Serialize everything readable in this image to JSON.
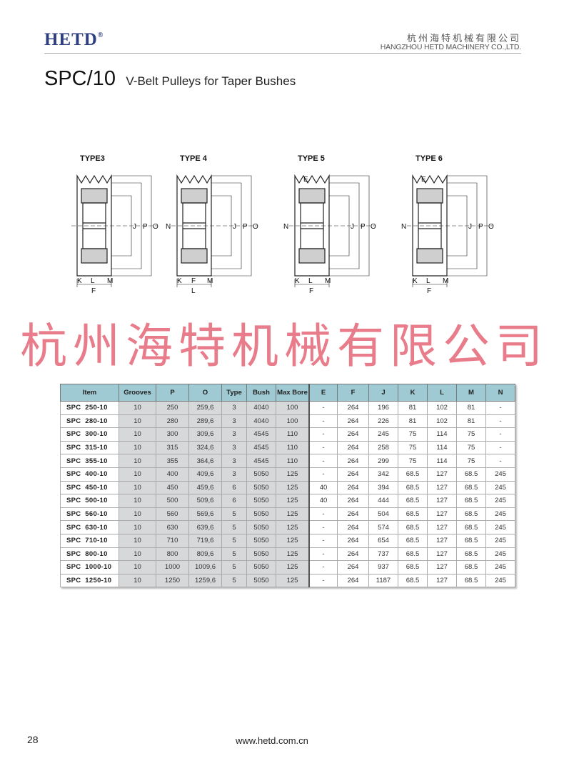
{
  "header": {
    "logo": "HETD",
    "logo_mark": "®",
    "company_cn": "杭州海特机械有限公司",
    "company_en": "HANGZHOU HETD MACHINERY CO.,LTD."
  },
  "title": {
    "code": "SPC/10",
    "subtitle": "V-Belt Pulleys for Taper Bushes"
  },
  "diagrams": [
    {
      "label": "TYPE3",
      "dims": [
        "K",
        "L",
        "M",
        "F",
        "J",
        "P",
        "O"
      ]
    },
    {
      "label": "TYPE 4",
      "dims": [
        "K",
        "F",
        "M",
        "L",
        "N",
        "J",
        "P",
        "O"
      ]
    },
    {
      "label": "TYPE 5",
      "dims": [
        "K",
        "L",
        "M",
        "F",
        "N",
        "J",
        "P",
        "O",
        "E"
      ]
    },
    {
      "label": "TYPE 6",
      "dims": [
        "K",
        "L",
        "M",
        "F",
        "N",
        "J",
        "P",
        "O",
        "E"
      ]
    }
  ],
  "table": {
    "headers": [
      "Item",
      "Grooves",
      "P",
      "O",
      "Type",
      "Bush",
      "Max Bore",
      "E",
      "F",
      "J",
      "K",
      "L",
      "M",
      "N"
    ],
    "rows": [
      [
        "SPC  250-10",
        "10",
        "250",
        "259,6",
        "3",
        "4040",
        "100",
        "-",
        "264",
        "196",
        "81",
        "102",
        "81",
        "-"
      ],
      [
        "SPC  280-10",
        "10",
        "280",
        "289,6",
        "3",
        "4040",
        "100",
        "-",
        "264",
        "226",
        "81",
        "102",
        "81",
        "-"
      ],
      [
        "SPC  300-10",
        "10",
        "300",
        "309,6",
        "3",
        "4545",
        "110",
        "-",
        "264",
        "245",
        "75",
        "114",
        "75",
        "-"
      ],
      [
        "SPC  315-10",
        "10",
        "315",
        "324,6",
        "3",
        "4545",
        "110",
        "-",
        "264",
        "258",
        "75",
        "114",
        "75",
        "-"
      ],
      [
        "SPC  355-10",
        "10",
        "355",
        "364,6",
        "3",
        "4545",
        "110",
        "-",
        "264",
        "299",
        "75",
        "114",
        "75",
        "-"
      ],
      [
        "SPC  400-10",
        "10",
        "400",
        "409,6",
        "3",
        "5050",
        "125",
        "-",
        "264",
        "342",
        "68.5",
        "127",
        "68.5",
        "245"
      ],
      [
        "SPC  450-10",
        "10",
        "450",
        "459,6",
        "6",
        "5050",
        "125",
        "40",
        "264",
        "394",
        "68.5",
        "127",
        "68.5",
        "245"
      ],
      [
        "SPC  500-10",
        "10",
        "500",
        "509,6",
        "6",
        "5050",
        "125",
        "40",
        "264",
        "444",
        "68.5",
        "127",
        "68.5",
        "245"
      ],
      [
        "SPC  560-10",
        "10",
        "560",
        "569,6",
        "5",
        "5050",
        "125",
        "-",
        "264",
        "504",
        "68.5",
        "127",
        "68.5",
        "245"
      ],
      [
        "SPC  630-10",
        "10",
        "630",
        "639,6",
        "5",
        "5050",
        "125",
        "-",
        "264",
        "574",
        "68.5",
        "127",
        "68.5",
        "245"
      ],
      [
        "SPC  710-10",
        "10",
        "710",
        "719,6",
        "5",
        "5050",
        "125",
        "-",
        "264",
        "654",
        "68.5",
        "127",
        "68.5",
        "245"
      ],
      [
        "SPC  800-10",
        "10",
        "800",
        "809,6",
        "5",
        "5050",
        "125",
        "-",
        "264",
        "737",
        "68.5",
        "127",
        "68.5",
        "245"
      ],
      [
        "SPC  1000-10",
        "10",
        "1000",
        "1009,6",
        "5",
        "5050",
        "125",
        "-",
        "264",
        "937",
        "68.5",
        "127",
        "68.5",
        "245"
      ],
      [
        "SPC  1250-10",
        "10",
        "1250",
        "1259,6",
        "5",
        "5050",
        "125",
        "-",
        "264",
        "1187",
        "68.5",
        "127",
        "68.5",
        "245"
      ]
    ]
  },
  "watermark": "杭州海特机械有限公司",
  "footer": {
    "page": "28",
    "url": "www.hetd.com.cn"
  }
}
